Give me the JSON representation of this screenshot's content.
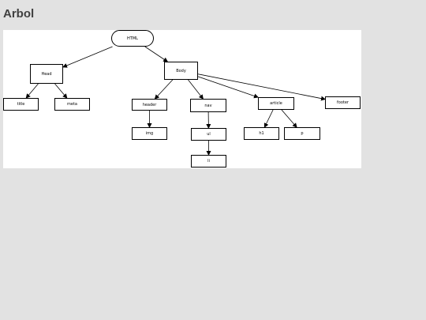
{
  "page": {
    "title": "Arbol"
  },
  "tree": {
    "nodes": {
      "html": "HTML",
      "head": "Head",
      "body": "Body",
      "title": "title",
      "meta": "meta",
      "header": "header",
      "nav": "nav",
      "article": "article",
      "footer": "footer",
      "img": "img",
      "ul": "ul",
      "li": "li",
      "h1": "h1",
      "p": "p"
    },
    "edges": [
      [
        "html",
        "head"
      ],
      [
        "html",
        "body"
      ],
      [
        "head",
        "title"
      ],
      [
        "head",
        "meta"
      ],
      [
        "body",
        "header"
      ],
      [
        "body",
        "nav"
      ],
      [
        "body",
        "article"
      ],
      [
        "body",
        "footer"
      ],
      [
        "header",
        "img"
      ],
      [
        "nav",
        "ul"
      ],
      [
        "ul",
        "li"
      ],
      [
        "article",
        "h1"
      ],
      [
        "article",
        "p"
      ]
    ]
  }
}
